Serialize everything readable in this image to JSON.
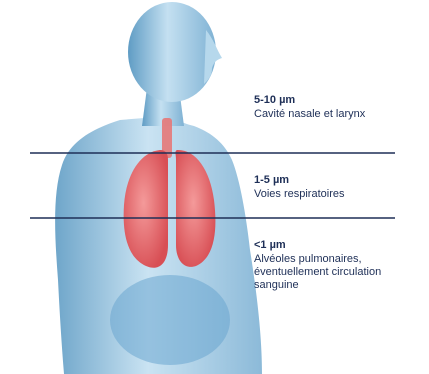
{
  "zones": [
    {
      "size": "5-10 µm",
      "description": "Cavité nasale et larynx"
    },
    {
      "size": "1-5 µm",
      "description": "Voies respiratoires"
    },
    {
      "size": "<1 µm",
      "description": "Alvéoles pulmonaires,\néventuellement circulation\nsanguine"
    }
  ],
  "colors": {
    "body": "#9ecbe6",
    "body_dark": "#5f9cc4",
    "lungs": "#e86a6a",
    "divider": "#1e2f57",
    "text": "#1e2f57"
  }
}
